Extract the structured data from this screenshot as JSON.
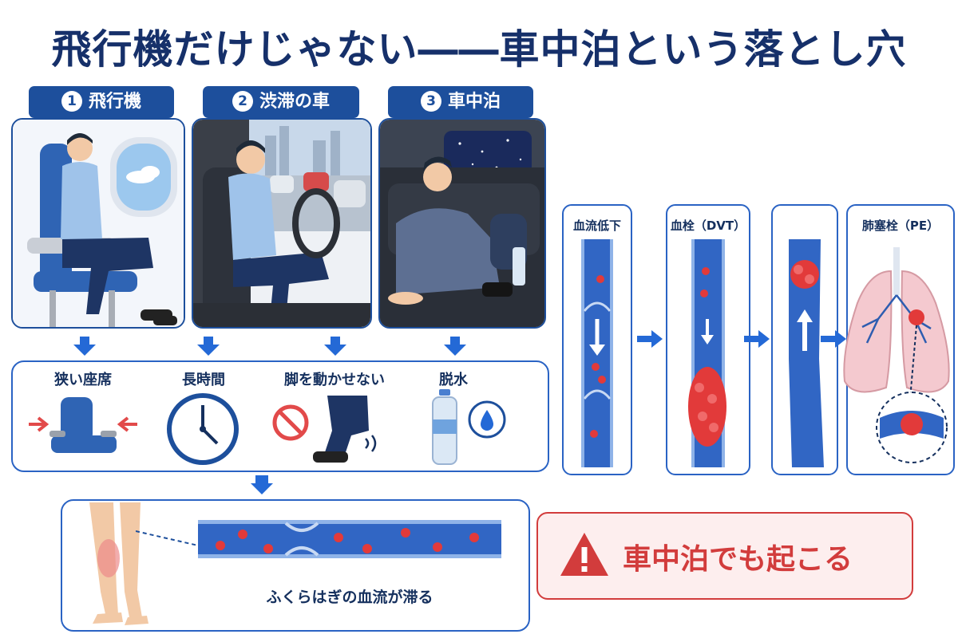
{
  "title": "飛行機だけじゃない――車中泊という落とし穴",
  "scenarios": [
    {
      "num": "1",
      "label": "飛行機"
    },
    {
      "num": "2",
      "label": "渋滞の車"
    },
    {
      "num": "3",
      "label": "車中泊"
    }
  ],
  "factors": [
    "狭い座席",
    "長時間",
    "脚を動かせない",
    "脱水"
  ],
  "calf_caption": "ふくらはぎの血流が滞る",
  "stages": [
    "血流低下",
    "血栓（DVT）",
    "",
    "肺塞栓（PE）"
  ],
  "warning": "車中泊でも起こる",
  "colors": {
    "primary": "#1d4f9c",
    "accent": "#2469d6",
    "danger": "#d23c3c",
    "clot": "#e23a3a"
  }
}
